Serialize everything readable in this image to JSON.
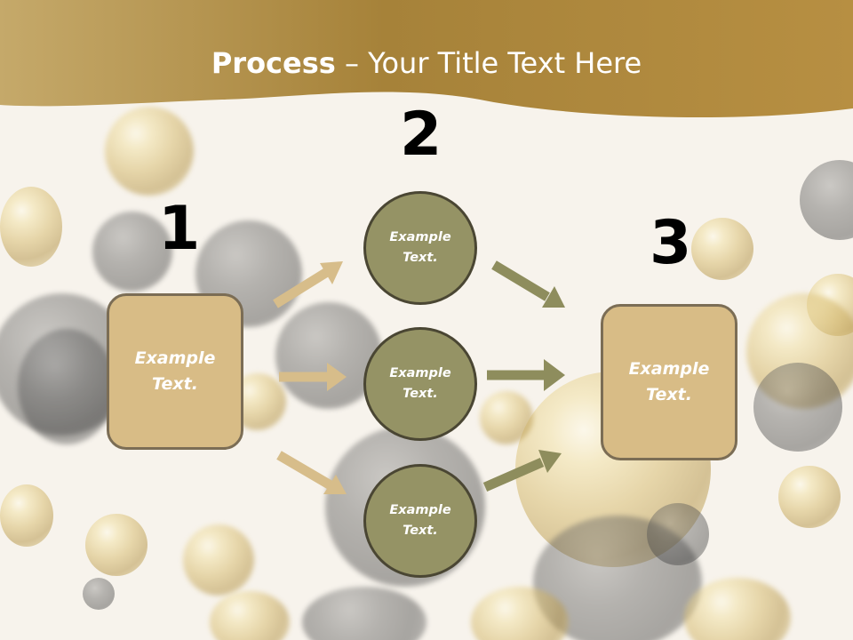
{
  "slide": {
    "title_bold": "Process",
    "title_rest": " – Your Title Text Here",
    "step_numbers": [
      "1",
      "2",
      "3"
    ],
    "input_box": {
      "text": "Example Text."
    },
    "circles": [
      {
        "text": "Example Text."
      },
      {
        "text": "Example Text."
      },
      {
        "text": "Example Text."
      }
    ],
    "output_box": {
      "text": "Example Text."
    }
  },
  "colors": {
    "title_band": "#a9853d",
    "box_fill": "#d8bc86",
    "box_border": "#7b6d55",
    "circle_fill": "#959365",
    "circle_border": "#4a4633",
    "arrow_tan": "#d7bd8a",
    "arrow_olive": "#8e8d5d"
  },
  "icons": [
    "arrow-right-icon"
  ]
}
